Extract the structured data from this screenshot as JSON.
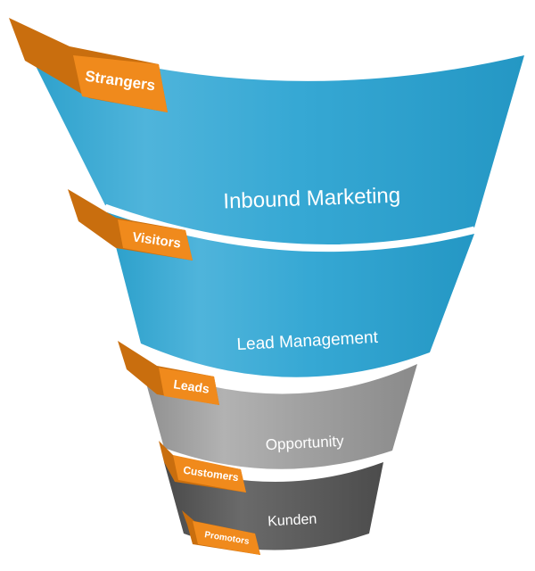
{
  "stages": [
    {
      "id": "inbound-marketing",
      "label": "Inbound Marketing",
      "color": "#2aa6d0"
    },
    {
      "id": "lead-management",
      "label": "Lead Management",
      "color": "#2aa6d0"
    },
    {
      "id": "opportunity",
      "label": "Opportunity",
      "color": "#9a9a9a"
    },
    {
      "id": "kunden",
      "label": "Kunden",
      "color": "#575757"
    }
  ],
  "tabs": [
    {
      "id": "strangers",
      "label": "Strangers",
      "color": "#f08a1c"
    },
    {
      "id": "visitors",
      "label": "Visitors",
      "color": "#f08a1c"
    },
    {
      "id": "leads",
      "label": "Leads",
      "color": "#f08a1c"
    },
    {
      "id": "customers",
      "label": "Customers",
      "color": "#f08a1c"
    },
    {
      "id": "promotors",
      "label": "Promotors",
      "color": "#f08a1c"
    }
  ]
}
